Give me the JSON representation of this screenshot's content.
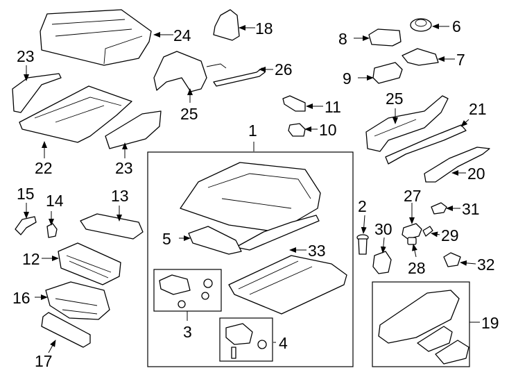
{
  "callouts": {
    "c1": "1",
    "c2": "2",
    "c3": "3",
    "c4": "4",
    "c5": "5",
    "c6": "6",
    "c7": "7",
    "c8": "8",
    "c9": "9",
    "c10": "10",
    "c11": "11",
    "c12": "12",
    "c13": "13",
    "c14": "14",
    "c15": "15",
    "c16": "16",
    "c17": "17",
    "c18": "18",
    "c19": "19",
    "c20": "20",
    "c21": "21",
    "c22": "22",
    "c23a": "23",
    "c23b": "23",
    "c24": "24",
    "c25a": "25",
    "c25b": "25",
    "c26": "26",
    "c27": "27",
    "c28": "28",
    "c29": "29",
    "c30": "30",
    "c31": "31",
    "c32": "32",
    "c33": "33"
  },
  "colors": {
    "line": "#000000",
    "background": "#ffffff"
  }
}
